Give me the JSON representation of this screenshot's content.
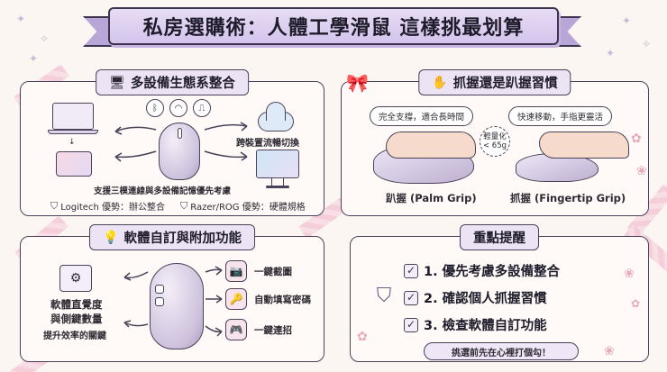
{
  "title": "私房選購術：人體工學滑鼠 這樣挑最划算",
  "ecosystem": {
    "heading": "多設備生態系整合",
    "cloud_label": "跨裝置流暢切換",
    "caption": "支援三模連線與多設備記憶優先考慮",
    "brand_logitech": "Logitech 優勢：辦公整合",
    "brand_razer": "Razer/ROG 優勢：硬體規格"
  },
  "grip": {
    "heading": "抓握還是趴握習慣",
    "palm_bubble": "完全支撐，適合長時間",
    "fingertip_bubble": "快速移動，手指更靈活",
    "weight_badge_line1": "輕量化",
    "weight_badge_line2": "< 65g",
    "palm_label": "趴握 (Palm Grip)",
    "fingertip_label": "抓握 (Fingertip Grip)"
  },
  "software": {
    "heading": "軟體自訂與附加功能",
    "left_line1": "軟體直覺度",
    "left_line2": "與側鍵數量",
    "left_line3": "提升效率的關鍵",
    "func1": "一鍵截圖",
    "func2": "自動填寫密碼",
    "func3": "一鍵連招"
  },
  "key_points": {
    "heading": "重點提醒",
    "items": [
      "1. 優先考慮多設備整合",
      "2. 確認個人抓握習慣",
      "3. 檢查軟體自訂功能"
    ],
    "footer": "挑選前先在心裡打個勾！"
  },
  "colors": {
    "lavender": "#d3c4ec",
    "ink": "#4a4258",
    "pink": "#f3c9d6",
    "paper": "#fffaf7"
  },
  "icons": [
    "computer-icon",
    "hand-icon",
    "bulb-icon",
    "bluetooth-icon",
    "wifi-icon",
    "usb-icon",
    "shield-icon",
    "camera-icon",
    "key-icon",
    "gamepad-icon",
    "gear-icon",
    "check-icon",
    "bow-icon"
  ]
}
